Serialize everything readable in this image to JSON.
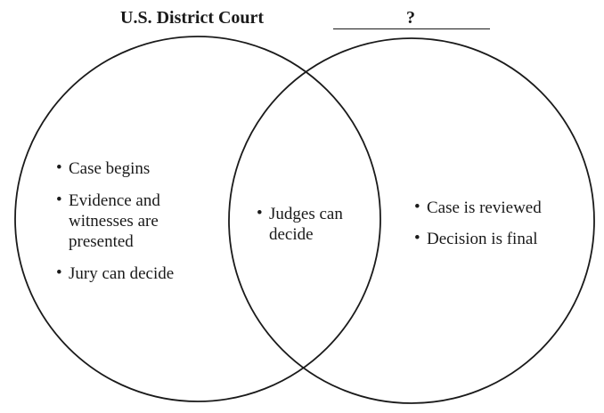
{
  "titles": {
    "left": "U.S. District Court",
    "right": "?"
  },
  "regions": {
    "left": [
      "Case begins",
      "Evidence and witnesses are presented",
      "Jury can decide"
    ],
    "center": [
      "Judges can decide"
    ],
    "right": [
      "Case is reviewed",
      "Decision is final"
    ]
  },
  "colors": {
    "stroke": "#1a1a1a",
    "background": "#ffffff"
  }
}
